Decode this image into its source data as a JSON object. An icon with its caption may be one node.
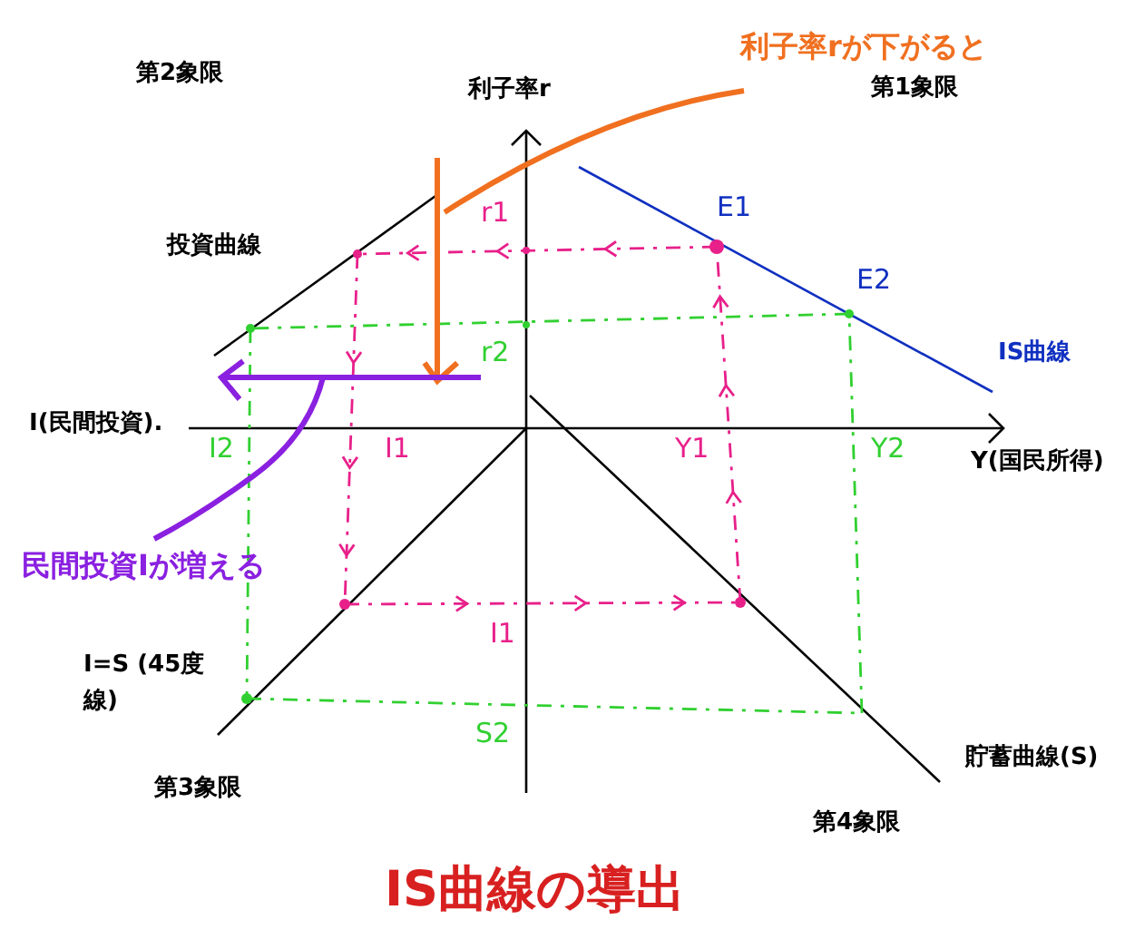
{
  "diagram": {
    "title": "IS曲線の導出",
    "labels": [
      "利子率rが下がると",
      "第2象限",
      "利子率r",
      "第1象限",
      "r1",
      "E1",
      "投資曲線",
      "E2",
      "r2",
      "IS曲線",
      "I(民間投資).",
      "I2",
      "I1",
      "Y1",
      "Y2",
      "Y(国民所得)",
      "民間投資Iが増える",
      "I1",
      "I=S (45度線)",
      "S2",
      "貯蓄曲線(S)",
      "第3象限",
      "第4象限"
    ]
  }
}
